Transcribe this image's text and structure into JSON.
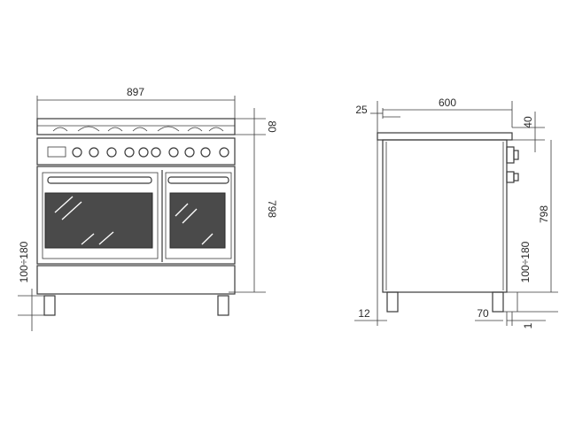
{
  "front_view": {
    "width_label": "897",
    "top_height_label": "80",
    "total_height_label": "798",
    "leg_height_label": "100÷180"
  },
  "side_view": {
    "offset_label": "25",
    "depth_label": "600",
    "top_height_label": "40",
    "total_height_label": "798",
    "leg_height_label": "100÷180",
    "foot_label": "12",
    "rear_leg_label": "70",
    "back_gap_label": "1"
  }
}
